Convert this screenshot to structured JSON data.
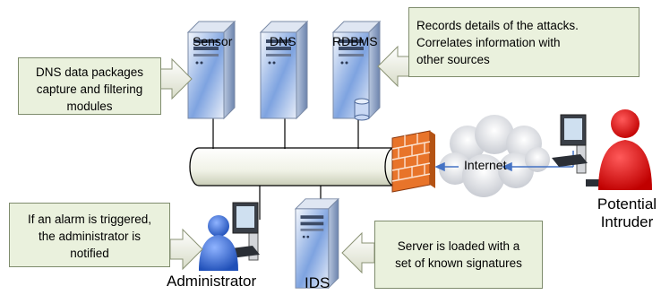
{
  "labels": {
    "sensor": "Sensor",
    "dns": "DNS",
    "rdbms": "RDBMS",
    "internet": "Internet",
    "potential_intruder": [
      "Potential",
      "Intruder"
    ],
    "administrator": "Administrator",
    "ids": "IDS"
  },
  "callouts": {
    "dns_capture": [
      "DNS data packages",
      "capture and filtering",
      "modules"
    ],
    "records": [
      "Records details of the attacks.",
      "Correlates information with",
      "other sources"
    ],
    "alarm": [
      "If an alarm is triggered,",
      "the administrator is",
      "notified"
    ],
    "signatures": [
      "Server is loaded with a",
      "set of known signatures"
    ]
  },
  "icons": [
    "server-icon",
    "database-icon",
    "firewall-icon",
    "cloud-icon",
    "workstation-icon",
    "person-icon",
    "callout-arrow-icon"
  ],
  "colors": {
    "callout_fill": "#eaf1dd",
    "callout_border": "#7f8c6d",
    "firewall": "#e8742a",
    "intruder": "#e00000",
    "administrator": "#3a6fd8",
    "server_blue": "#6a95d8",
    "link_blue": "#4472c4"
  }
}
